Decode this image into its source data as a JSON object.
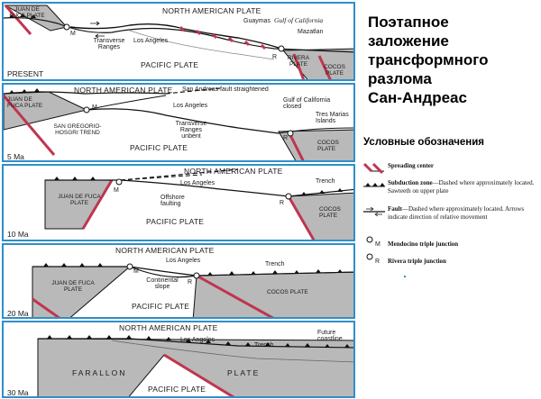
{
  "title": [
    "Поэтапное",
    "заложение",
    "трансформного",
    "разлома",
    "Сан-Андреас"
  ],
  "legend": {
    "heading": "Условные обозначения",
    "spreading": {
      "name": "Spreading center",
      "desc": ""
    },
    "subduction": {
      "name": "Subduction zone",
      "desc": "—Dashed where approximately located. Sawteeth on upper plate"
    },
    "fault": {
      "name": "Fault",
      "desc": "—Dashed where approximately located. Arrows indicate direction of relative movement"
    },
    "mendocino": {
      "symbol": "M",
      "name": "Mendocino triple junction"
    },
    "rivera": {
      "symbol": "R",
      "name": "Rivera triple junction"
    }
  },
  "panels": {
    "present": {
      "age": "PRESENT",
      "north_american": "NORTH AMERICAN PLATE",
      "pacific": "PACIFIC PLATE",
      "juan_de_fuca": "JUAN DE FUCA PLATE",
      "rivera_plate": "RIVERA PLATE",
      "cocos": "COCOS PLATE",
      "los_angeles": "Los Angeles",
      "transverse": "Transverse Ranges",
      "guaymas": "Guaymas",
      "gulf": "Gulf of California",
      "mazatlan": "Mazatlan",
      "m": "M",
      "r": "R"
    },
    "ma5": {
      "age": "5 Ma",
      "north_american": "NORTH AMERICAN PLATE",
      "pacific": "PACIFIC PLATE",
      "juan_de_fuca": "JUAN DE FUCA PLATE",
      "cocos": "COCOS PLATE",
      "san_andreas": "San Andreas fault straightened",
      "gulf": "Gulf of California closed",
      "tres_marias": "Tres Marias Islands",
      "los_angeles": "Los Angeles",
      "san_gregorio": "SAN GREGORIO-HOSGRI TREND",
      "transverse": "Transverse Ranges unbent",
      "m": "M",
      "r": "R"
    },
    "ma10": {
      "age": "10 Ma",
      "north_american": "NORTH AMERICAN PLATE",
      "pacific": "PACIFIC PLATE",
      "juan_de_fuca": "JUAN DE FUCA PLATE",
      "cocos": "COCOS PLATE",
      "los_angeles": "Los Angeles",
      "offshore": "Offshore faulting",
      "trench": "Trench",
      "m": "M",
      "r": "R"
    },
    "ma20": {
      "age": "20 Ma",
      "north_american": "NORTH AMERICAN PLATE",
      "pacific": "PACIFIC PLATE",
      "juan_de_fuca": "JUAN DE FUCA PLATE",
      "cocos": "COCOS PLATE",
      "los_angeles": "Los Angeles",
      "continental": "Continental slope",
      "trench": "Trench",
      "m": "M",
      "r": "R"
    },
    "ma30": {
      "age": "30 Ma",
      "north_american": "NORTH AMERICAN PLATE",
      "pacific": "PACIFIC PLATE",
      "farallon": "FARALLON",
      "plate": "PLATE",
      "los_angeles": "Los Angeles",
      "trench": "Trench",
      "future": "Future coastline"
    }
  },
  "colors": {
    "frame": "#2f8fc9",
    "plate_gray": "#b9b9b9",
    "spreading": "#c0354f",
    "line": "#111111"
  }
}
